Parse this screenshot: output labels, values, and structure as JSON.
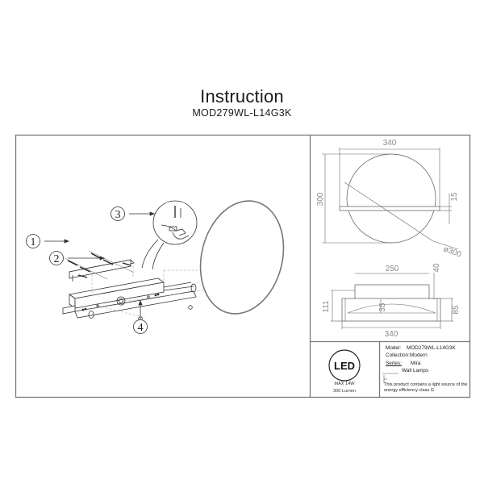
{
  "header": {
    "title": "Instruction",
    "model_code": "MOD279WL-L14G3K"
  },
  "assembly": {
    "callouts": [
      "1",
      "2",
      "3",
      "4"
    ]
  },
  "front_view": {
    "width": "340",
    "height": "300",
    "bar_thickness": "15",
    "diameter": "ø300"
  },
  "side_view": {
    "top_width": "250",
    "top_depth": "40",
    "total_depth": "111",
    "inner_depth": "35",
    "frame_depth": "85",
    "bottom_width": "340"
  },
  "led_badge": {
    "logo": "LED",
    "power": "MAX 14W",
    "lumen": "300 Lumen"
  },
  "specs": {
    "model_label": "Model:",
    "model_value": "MOD279WL-L14G3K",
    "collection_label": "Collection:",
    "collection_value": "Modern",
    "series_label": "Series:",
    "series_value": "Mira",
    "type_value": "Wall Lamps",
    "energy_note_line1": "This product contains a light source of the",
    "energy_note_line2": "energy efficiency class G"
  }
}
